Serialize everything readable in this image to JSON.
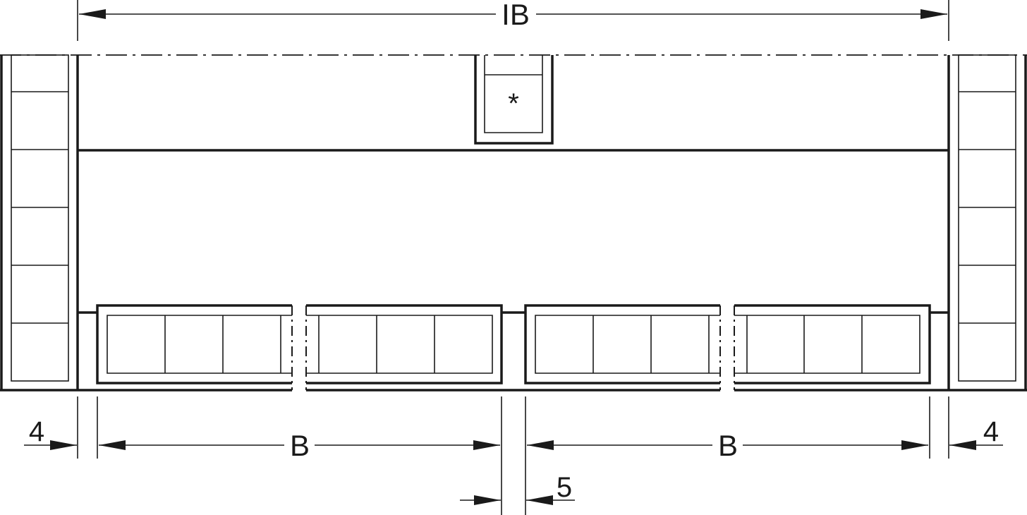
{
  "labels": {
    "inner_width": "IB",
    "drawer_width_left": "B",
    "drawer_width_right": "B",
    "gap_left": "4",
    "gap_right": "4",
    "gap_middle": "5",
    "center_marker": "*"
  },
  "colors": {
    "line": "#1a1a1a",
    "background": "#ffffff"
  }
}
